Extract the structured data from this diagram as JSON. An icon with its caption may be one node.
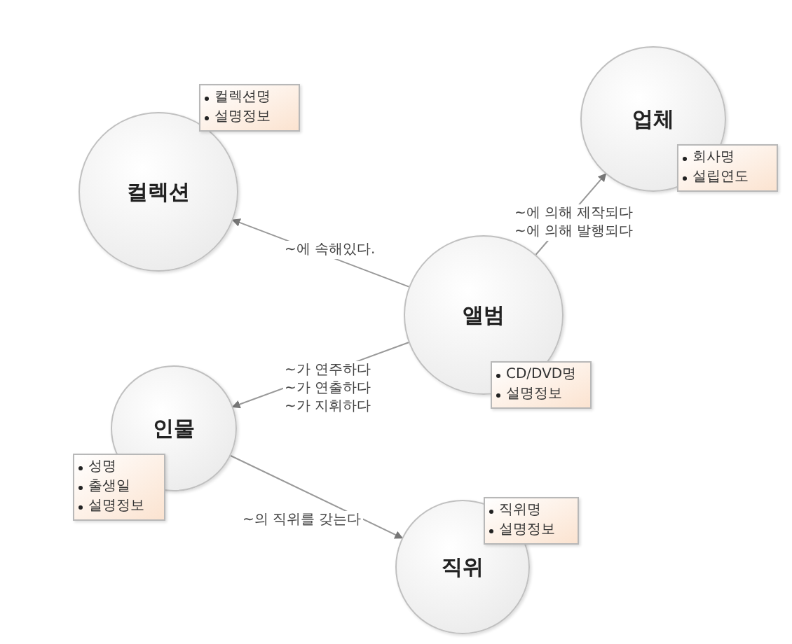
{
  "diagram": {
    "nodes": [
      {
        "text": [
          "컬렉션"
        ]
      },
      {
        "text": [
          "컬렉션명",
          "설명정보"
        ]
      },
      {
        "text": [
          "업체"
        ]
      },
      {
        "text": [
          "회사명",
          "설립연도"
        ]
      },
      {
        "text": [
          "앨범"
        ]
      },
      {
        "text": [
          "CD/DVD명",
          "설명정보"
        ]
      },
      {
        "text": [
          "인물"
        ]
      },
      {
        "text": [
          "성명",
          "출생일",
          "설명정보"
        ]
      },
      {
        "text": [
          "직위"
        ]
      },
      {
        "text": [
          "직위명",
          "설명정보"
        ]
      }
    ],
    "edges": [
      {
        "from": 4,
        "to": 0,
        "arrow": "to",
        "label": "~에 속해있다."
      },
      {
        "from": 4,
        "to": 2,
        "arrow": "to",
        "label": "~에 의해 제작되다 ~에 의해 발행되다"
      },
      {
        "from": 4,
        "to": 6,
        "arrow": "to",
        "label": "~가 연주하다 ~가 연출하다 ~가 지휘하다"
      },
      {
        "from": 6,
        "to": 8,
        "arrow": "to",
        "label": "~의 직위를 갖는다"
      }
    ]
  }
}
